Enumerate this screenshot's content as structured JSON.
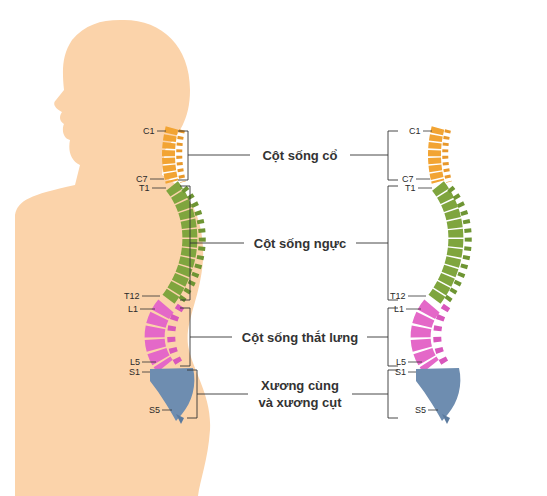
{
  "diagram": {
    "labels": [
      "C1",
      "C7",
      "T1",
      "T12",
      "L1",
      "L5",
      "S1",
      "S5",
      "Cột sống cổ",
      "Cột sống ngực",
      "Cột sống thắt lưng",
      "Xương cùng và xương cụt",
      "C1",
      "C7",
      "T1",
      "T12",
      "L1",
      "L5",
      "S1",
      "S5"
    ]
  }
}
